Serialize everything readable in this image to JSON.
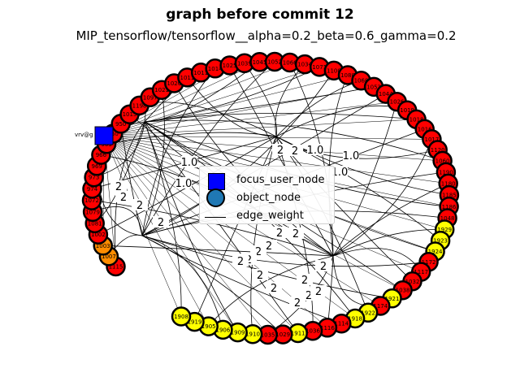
{
  "title": "graph before commit 12",
  "subtitle": "MIP_tensorflow/tensorflow__alpha=0.2_beta=0.6_gamma=0.2",
  "legend": {
    "focus_user_node": "focus_user_node",
    "object_node": "object_node",
    "edge_weight": "edge_weight"
  },
  "focus_node_label": "vrv@g",
  "colors": {
    "red": "#ff0000",
    "yellow": "#ffff00",
    "orange": "#ff8c00",
    "focus": "#0000ff",
    "object": "#1f78b4"
  },
  "ring_nodes": [
    {
      "label": "1115",
      "color": "red"
    },
    {
      "label": "1007",
      "color": "orange"
    },
    {
      "label": "1003",
      "color": "orange"
    },
    {
      "label": "1002",
      "color": "red"
    },
    {
      "label": "1081",
      "color": "red"
    },
    {
      "label": "1079",
      "color": "red"
    },
    {
      "label": "1072",
      "color": "red"
    },
    {
      "label": "974",
      "color": "red"
    },
    {
      "label": "973",
      "color": "red"
    },
    {
      "label": "969",
      "color": "red"
    },
    {
      "label": "966",
      "color": "red"
    },
    {
      "label": "963",
      "color": "red"
    },
    {
      "label": "960",
      "color": "red"
    },
    {
      "label": "950",
      "color": "red"
    },
    {
      "label": "1015",
      "color": "red"
    },
    {
      "label": "1198",
      "color": "red"
    },
    {
      "label": "1097",
      "color": "red"
    },
    {
      "label": "1021",
      "color": "red"
    },
    {
      "label": "1020",
      "color": "red"
    },
    {
      "label": "1011",
      "color": "red"
    },
    {
      "label": "1011",
      "color": "red"
    },
    {
      "label": "1014",
      "color": "red"
    },
    {
      "label": "1025",
      "color": "red"
    },
    {
      "label": "1039",
      "color": "red"
    },
    {
      "label": "1045",
      "color": "red"
    },
    {
      "label": "1052",
      "color": "red"
    },
    {
      "label": "1066",
      "color": "red"
    },
    {
      "label": "1034",
      "color": "red"
    },
    {
      "label": "1071",
      "color": "red"
    },
    {
      "label": "1100",
      "color": "red"
    },
    {
      "label": "1080",
      "color": "red"
    },
    {
      "label": "1068",
      "color": "red"
    },
    {
      "label": "1053",
      "color": "red"
    },
    {
      "label": "1044",
      "color": "red"
    },
    {
      "label": "1026",
      "color": "red"
    },
    {
      "label": "1019",
      "color": "red"
    },
    {
      "label": "1018",
      "color": "red"
    },
    {
      "label": "1016",
      "color": "red"
    },
    {
      "label": "1017",
      "color": "red"
    },
    {
      "label": "1120",
      "color": "red"
    },
    {
      "label": "1060",
      "color": "red"
    },
    {
      "label": "1190",
      "color": "red"
    },
    {
      "label": "1180",
      "color": "red"
    },
    {
      "label": "1185",
      "color": "red"
    },
    {
      "label": "1186",
      "color": "red"
    },
    {
      "label": "1048",
      "color": "red"
    },
    {
      "label": "1929",
      "color": "yellow"
    },
    {
      "label": "1923",
      "color": "yellow"
    },
    {
      "label": "1924",
      "color": "yellow"
    },
    {
      "label": "1172",
      "color": "red"
    },
    {
      "label": "1117",
      "color": "red"
    },
    {
      "label": "1032",
      "color": "red"
    },
    {
      "label": "1038",
      "color": "red"
    },
    {
      "label": "1921",
      "color": "yellow"
    },
    {
      "label": "1174",
      "color": "red"
    },
    {
      "label": "1922",
      "color": "yellow"
    },
    {
      "label": "1918",
      "color": "yellow"
    },
    {
      "label": "1114",
      "color": "red"
    },
    {
      "label": "1116",
      "color": "red"
    },
    {
      "label": "1036",
      "color": "red"
    },
    {
      "label": "1911",
      "color": "yellow"
    },
    {
      "label": "1029",
      "color": "red"
    },
    {
      "label": "1035",
      "color": "red"
    },
    {
      "label": "1910",
      "color": "yellow"
    },
    {
      "label": "1909",
      "color": "yellow"
    },
    {
      "label": "1906",
      "color": "yellow"
    },
    {
      "label": "1905",
      "color": "yellow"
    },
    {
      "label": "1919",
      "color": "yellow"
    },
    {
      "label": "1908",
      "color": "yellow"
    }
  ],
  "edge_labels": [
    {
      "text": "1.0"
    },
    {
      "text": "1.0"
    },
    {
      "text": "1.0"
    },
    {
      "text": "1.0"
    },
    {
      "text": "1.0"
    },
    {
      "text": "2"
    },
    {
      "text": "2"
    },
    {
      "text": "2"
    },
    {
      "text": "2"
    },
    {
      "text": "2"
    },
    {
      "text": "2"
    },
    {
      "text": "2"
    },
    {
      "text": "2"
    },
    {
      "text": "2"
    },
    {
      "text": "2"
    },
    {
      "text": "2"
    },
    {
      "text": "2"
    },
    {
      "text": "2"
    },
    {
      "text": "2"
    },
    {
      "text": "2"
    },
    {
      "text": "2"
    },
    {
      "text": "2"
    },
    {
      "text": "2"
    },
    {
      "text": "2"
    }
  ]
}
